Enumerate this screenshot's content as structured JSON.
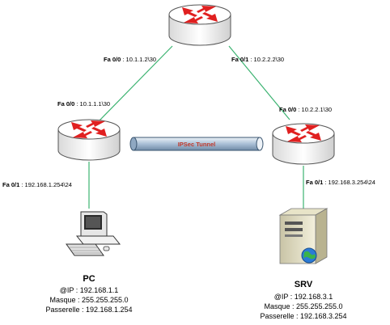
{
  "routers": {
    "top": {
      "if_left": {
        "name": "Fa 0/0",
        "ip": ": 10.1.1.2\\30"
      },
      "if_right": {
        "name": "Fa 0/1",
        "ip": ": 10.2.2.2\\30"
      }
    },
    "left": {
      "if_wan": {
        "name": "Fa 0/0",
        "ip": ": 10.1.1.1\\30"
      },
      "if_lan": {
        "name": "Fa 0/1",
        "ip": ": 192.168.1.254\\24"
      }
    },
    "right": {
      "if_wan": {
        "name": "Fa 0/0",
        "ip": ": 10.2.2.1\\30"
      },
      "if_lan": {
        "name": "Fa 0/1",
        "ip": ": 192.168.3.254\\24"
      }
    }
  },
  "tunnel": {
    "label": "IPSec Tunnel",
    "color": "#c0392b"
  },
  "pc": {
    "name": "PC",
    "ip": "@IP : 192.168.1.1",
    "mask": "Masque : 255.255.255.0",
    "gateway": "Passerelle : 192.168.1.254"
  },
  "srv": {
    "name": "SRV",
    "ip": "@IP : 192.168.3.1",
    "mask": "Masque : 255.255.255.0",
    "gateway": "Passerelle : 192.168.3.254"
  },
  "colors": {
    "link": "#3cb371",
    "router_arrow": "#e02020",
    "tunnel_body": "#a9bfd6"
  }
}
